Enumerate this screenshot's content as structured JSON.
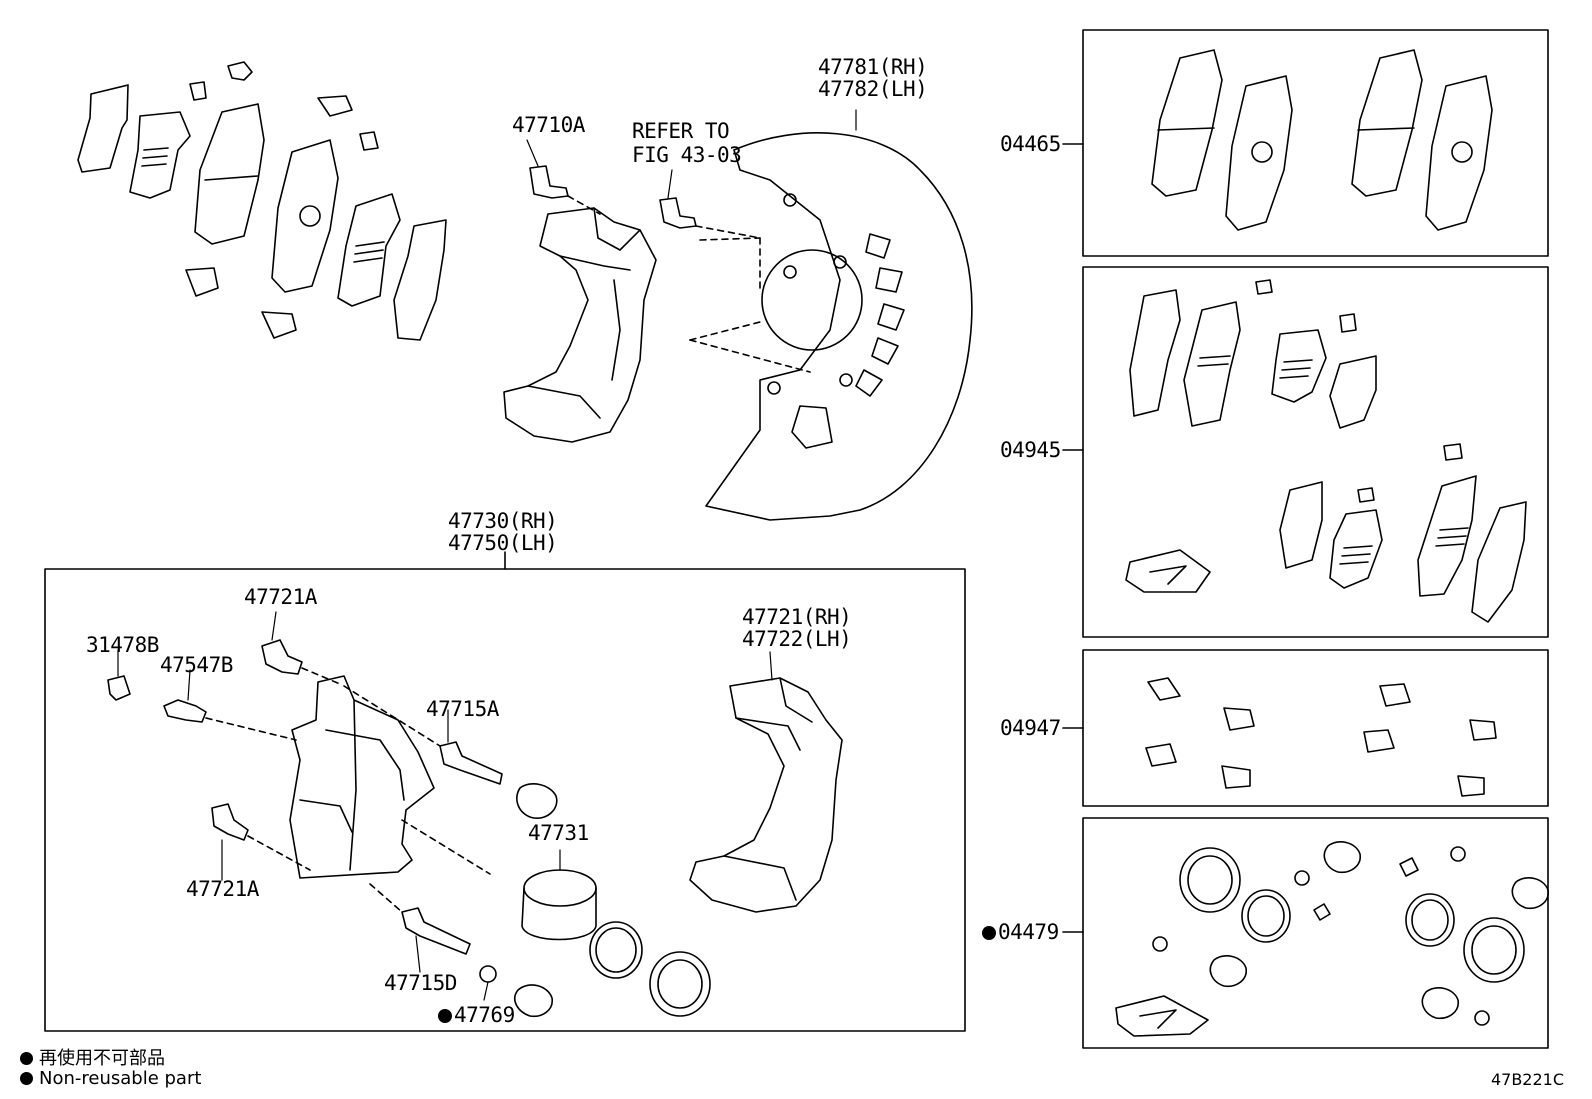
{
  "labels": {
    "p47710A": "47710A",
    "refer_1": "REFER TO",
    "refer_2": "FIG 43-03",
    "p47781": "47781(RH)",
    "p47782": "47782(LH)",
    "p47730": "47730(RH)",
    "p47750": "47750(LH)",
    "p47721A_top": "47721A",
    "p31478B": "31478B",
    "p47547B": "47547B",
    "p47715A": "47715A",
    "p47721": "47721(RH)",
    "p47722": "47722(LH)",
    "p47731": "47731",
    "p47721A_bot": "47721A",
    "p47715D": "47715D",
    "p47769": "47769",
    "k04465": "04465",
    "k04945": "04945",
    "k04947": "04947",
    "k04479": "04479"
  },
  "legend": {
    "line_ja": "再使用不可部品",
    "line_en": "Non-reusable part"
  },
  "figure_code": "47B221C"
}
